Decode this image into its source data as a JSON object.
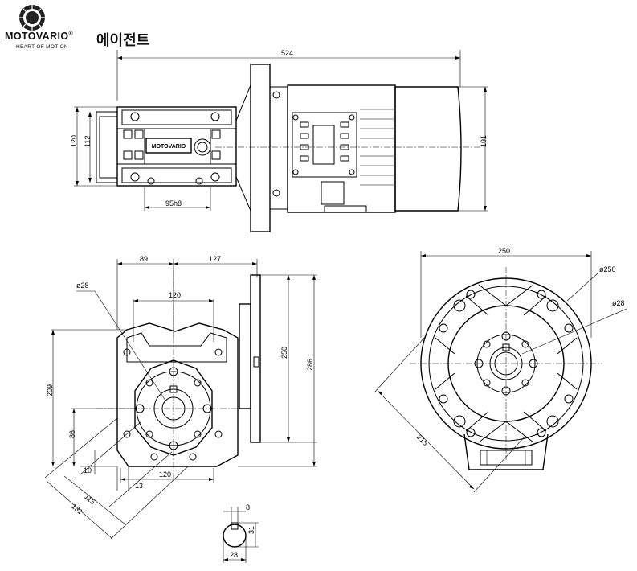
{
  "header": {
    "brand": "MOTOVARIO",
    "brand_mark": "®",
    "tagline": "HEART OF MOTION",
    "dealer_label": "에이전트"
  },
  "dimensions": {
    "overall_length": "524",
    "height_120": "120",
    "height_112": "112",
    "shaft_95h8": "95h8",
    "motor_191": "191",
    "front_89": "89",
    "front_127": "127",
    "bore_28": "ø28",
    "front_120_top": "120",
    "flange_250": "250",
    "overall_286": "286",
    "height_209": "209",
    "height_86": "86",
    "dim_10": "10",
    "dim_13": "13",
    "front_120_bottom": "120",
    "dim_115": "115",
    "dim_131": "131",
    "key_8": "8",
    "key_31": "31",
    "key_28": "28",
    "side_250": "250",
    "side_d250": "ø250",
    "side_d28": "ø28",
    "side_215": "215"
  },
  "nameplate": "MOTOVARIO"
}
